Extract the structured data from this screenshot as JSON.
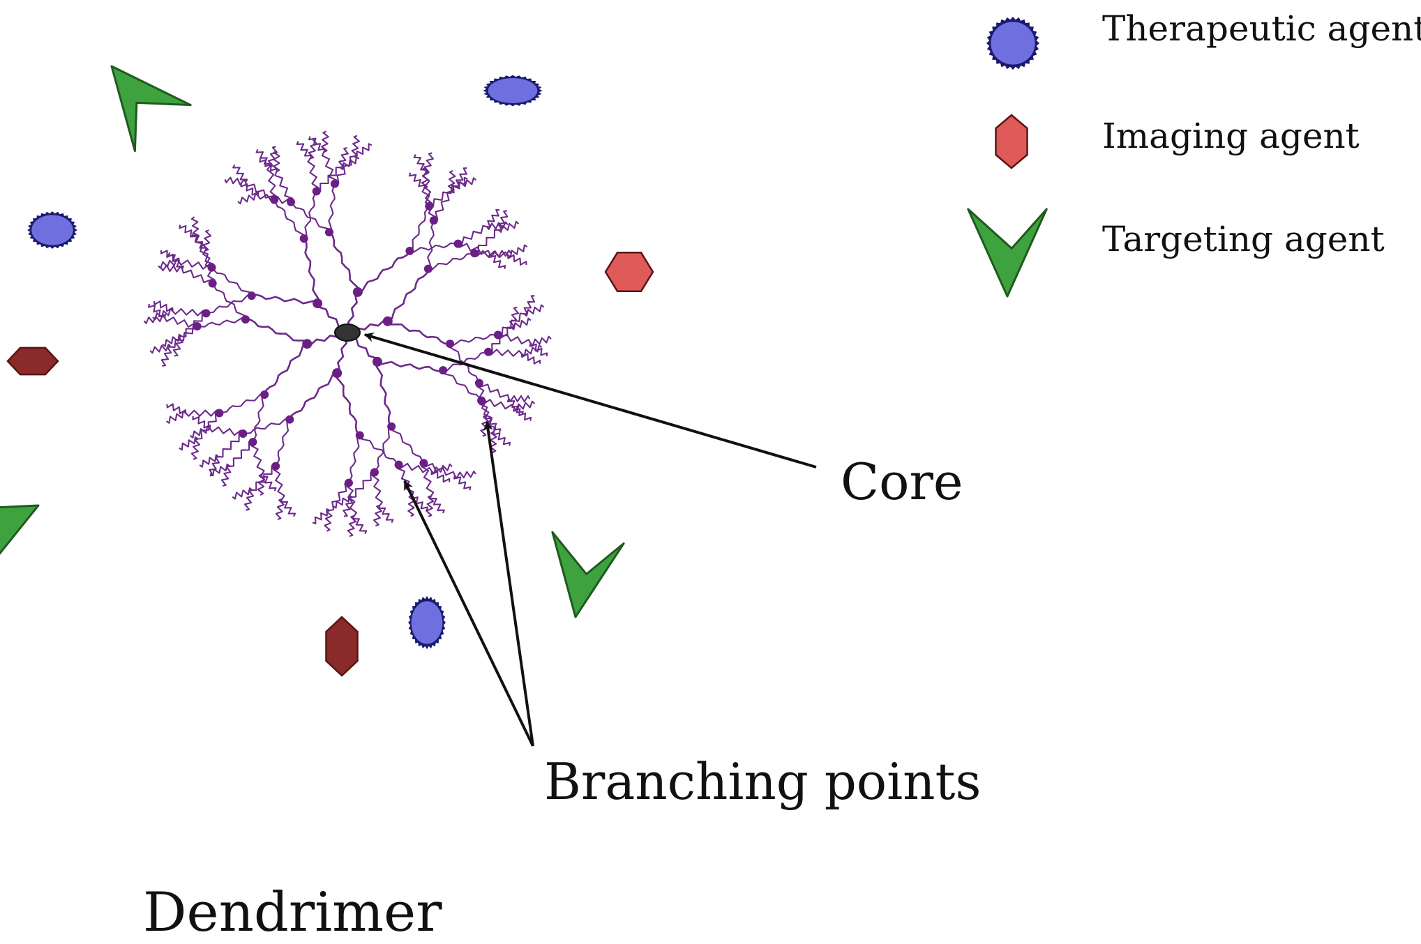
{
  "legend": {
    "therapeutic": {
      "label": "Therapeutic agent",
      "color": "#6f6fe0",
      "icon": "therapeutic-agent-icon"
    },
    "imaging": {
      "label": "Imaging agent",
      "color": "#e05a5a",
      "icon": "imaging-agent-icon"
    },
    "targeting": {
      "label": "Targeting agent",
      "color": "#3ea33e",
      "icon": "targeting-agent-icon"
    }
  },
  "callouts": {
    "core": "Core",
    "branching": "Branching points"
  },
  "title": "Dendrimer",
  "colors": {
    "branch": "#6b2a8a",
    "branch_node": "#6b1f86",
    "core": "#333333",
    "imaging_dark": "#8b2a2a",
    "therapeutic_border": "#1a1a6e",
    "targeting_border": "#1f5a1f",
    "arrow": "#111111"
  }
}
